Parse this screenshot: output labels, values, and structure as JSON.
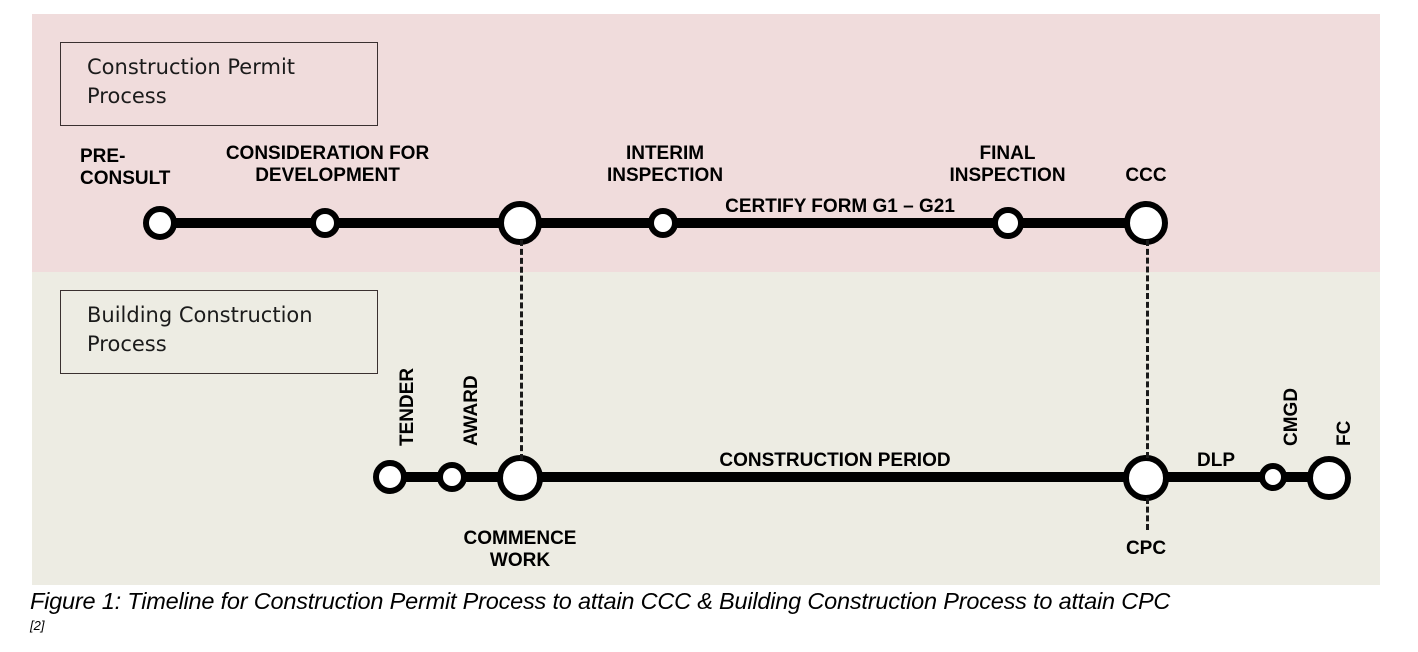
{
  "figure": {
    "caption": "Figure 1: Timeline for Construction Permit Process to attain CCC & Building Construction Process to attain CPC",
    "reference": "[2]"
  },
  "colors": {
    "permit_band": "#f0dcdc",
    "construction_band": "#edece3",
    "line": "#000000",
    "node_fill": "#ffffff",
    "text": "#000000"
  },
  "permit_track": {
    "box_title": "Construction Permit\nProcess",
    "milestones": [
      {
        "id": "pre-consult",
        "label": "PRE-\nCONSULT"
      },
      {
        "id": "consideration",
        "label": "CONSIDERATION FOR\nDEVELOPMENT"
      },
      {
        "id": "commence-work-link",
        "label": ""
      },
      {
        "id": "interim-inspection",
        "label": "INTERIM\nINSPECTION"
      },
      {
        "id": "final-inspection",
        "label": "FINAL\nINSPECTION"
      },
      {
        "id": "ccc",
        "label": "CCC"
      }
    ],
    "segment_label": "CERTIFY FORM G1 – G21"
  },
  "construction_track": {
    "box_title": "Building Construction\nProcess",
    "milestones": [
      {
        "id": "tender",
        "label": "TENDER"
      },
      {
        "id": "award",
        "label": "AWARD"
      },
      {
        "id": "commence-work",
        "label": "COMMENCE\nWORK"
      },
      {
        "id": "cpc",
        "label": "CPC"
      },
      {
        "id": "cmgd",
        "label": "CMGD"
      },
      {
        "id": "fc",
        "label": "FC"
      }
    ],
    "segment_labels": {
      "construction_period": "CONSTRUCTION  PERIOD",
      "dlp": "DLP"
    }
  }
}
